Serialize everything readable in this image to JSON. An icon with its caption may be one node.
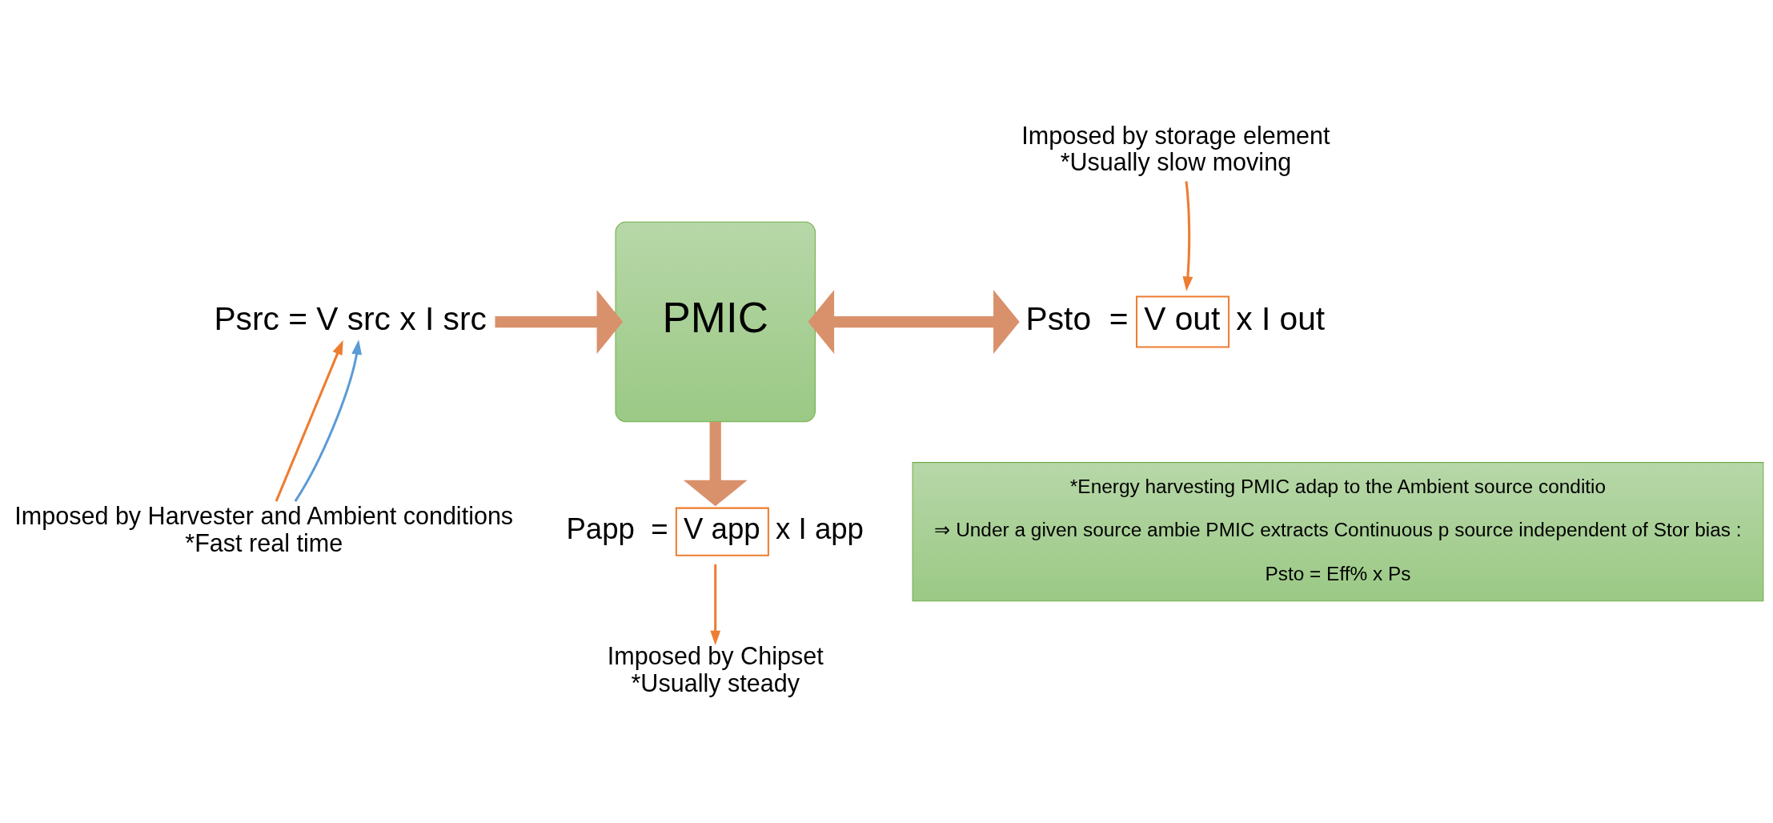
{
  "diagram": {
    "nodes": [
      {
        "text": [
          "Imposed by storage element",
          "*Usually slow moving"
        ]
      },
      {
        "text": [
          "Psrc = V src x I src"
        ]
      },
      {
        "text": [
          "PMIC"
        ]
      },
      {
        "text": [
          "V out"
        ],
        "beside": [
          "Psto  =",
          "x I out"
        ]
      },
      {
        "text": [
          "Imposed by Harvester and Ambient conditions",
          "*Fast real time"
        ]
      },
      {
        "text": [
          "V app"
        ],
        "beside": [
          "Papp  =",
          "x I app"
        ]
      },
      {
        "text": [
          "Imposed by Chipset",
          "*Usually steady"
        ]
      },
      {
        "text": [
          "*Energy harvesting PMIC adap to the Ambient source conditio",
          "⇒ Under a given source ambie PMIC extracts Continuous p source independent of Stor bias :",
          "Psto = Eff% x Ps"
        ]
      }
    ],
    "edges": [
      {
        "from": 1,
        "to": 2,
        "arrow": "to",
        "style": "thick"
      },
      {
        "from": 2,
        "to": 3,
        "arrow": "both",
        "style": "thick"
      },
      {
        "from": 2,
        "to": 5,
        "arrow": "to",
        "style": "thick"
      },
      {
        "from": 4,
        "to": 1,
        "arrow": "to",
        "color": "#ed7d31"
      },
      {
        "from": 4,
        "to": 1,
        "arrow": "to",
        "color": "#5b9bd5"
      },
      {
        "from": 0,
        "to": 3,
        "arrow": "to",
        "color": "#ed7d31"
      },
      {
        "from": 5,
        "to": 6,
        "arrow": "to",
        "color": "#ed7d31"
      }
    ]
  }
}
